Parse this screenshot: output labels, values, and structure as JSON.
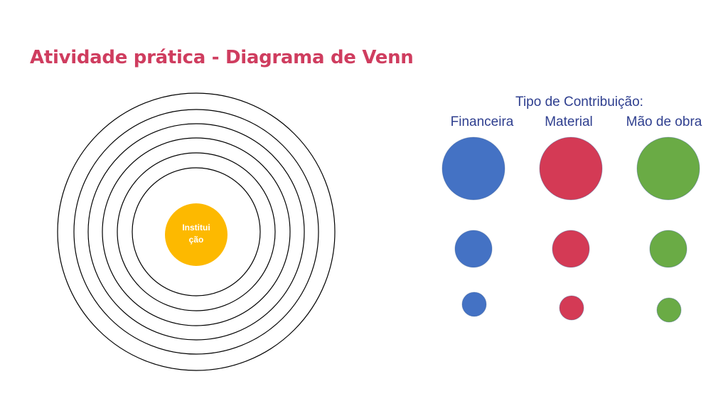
{
  "slide": {
    "title": "Atividade prática - Diagrama de Venn",
    "title_color": "#cf3d5f"
  },
  "diagram": {
    "center_label_line1": "Institui",
    "center_label_line2": "ção",
    "center_color": "#fdb900",
    "ring_count": 6
  },
  "legend": {
    "heading": "Tipo de Contribuição:",
    "text_color": "#2f3f8f",
    "columns": [
      {
        "label": "Financeira",
        "color": "#4472c4"
      },
      {
        "label": "Material",
        "color": "#d43a55"
      },
      {
        "label": "Mão de obra",
        "color": "#6aab45"
      }
    ],
    "size_levels": [
      "large",
      "medium",
      "small"
    ]
  }
}
